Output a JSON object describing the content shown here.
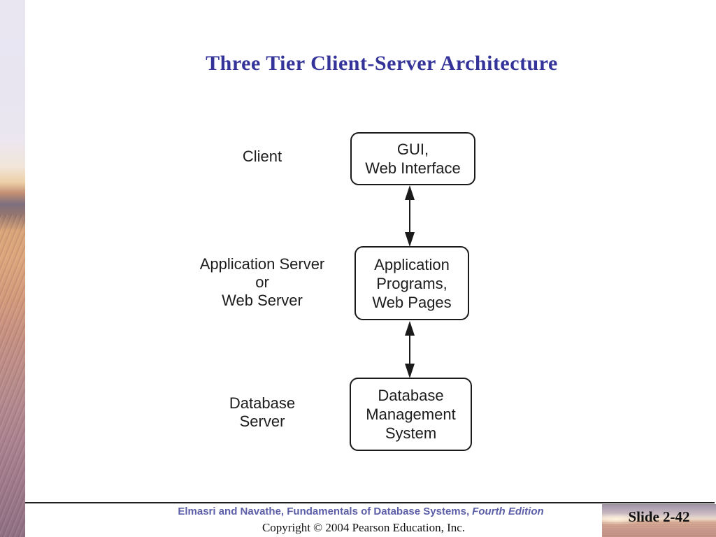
{
  "slide": {
    "title": "Three Tier Client-Server Architecture",
    "slide_number": "Slide 2-42",
    "title_color": "#333399",
    "background_color": "#ffffff"
  },
  "diagram": {
    "tiers": [
      {
        "label": "Client",
        "box_text": "GUI,\nWeb Interface"
      },
      {
        "label": "Application Server\nor\nWeb Server",
        "box_text": "Application\nPrograms,\nWeb Pages"
      },
      {
        "label": "Database\nServer",
        "box_text": "Database\nManagement\nSystem"
      }
    ],
    "connector": "double-headed-vertical-arrow",
    "box_border_color": "#1a1a1a",
    "text_color": "#1c1c1c"
  },
  "footer": {
    "citation_regular": "Elmasri and Navathe, Fundamentals of Database Systems,",
    "citation_italic": "Fourth Edition",
    "citation_color": "#5c5fa8",
    "copyright": "Copyright © 2004 Pearson Education, Inc."
  }
}
